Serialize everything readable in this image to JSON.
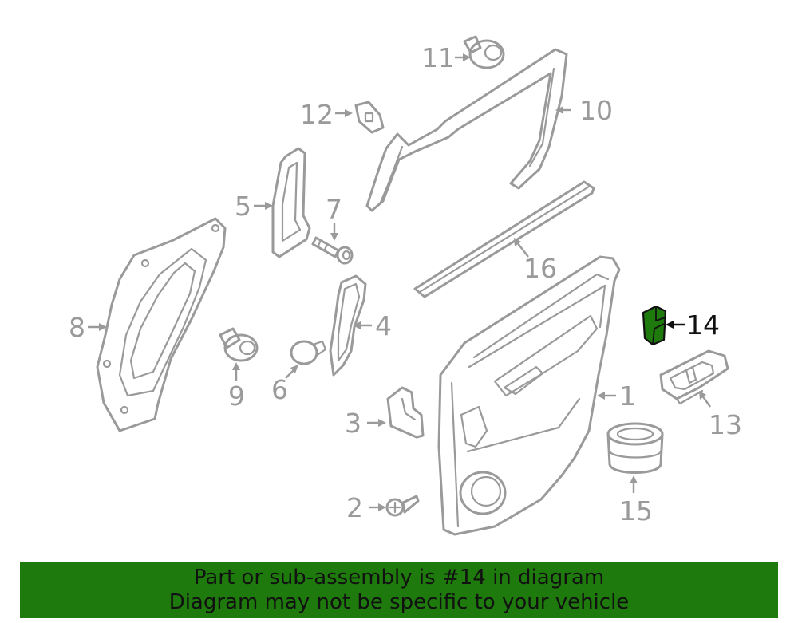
{
  "diagram": {
    "highlighted_part": "14",
    "highlight_color": "#1e7a0d",
    "line_color": "#9a9a9a",
    "callouts": {
      "c1": "1",
      "c2": "2",
      "c3": "3",
      "c4": "4",
      "c5": "5",
      "c6": "6",
      "c7": "7",
      "c8": "8",
      "c9": "9",
      "c10": "10",
      "c11": "11",
      "c12": "12",
      "c13": "13",
      "c14": "14",
      "c15": "15",
      "c16": "16"
    }
  },
  "banner": {
    "line1": "Part or sub-assembly is #14 in diagram",
    "line2": "Diagram may not be specific to your vehicle",
    "background": "#1e7a0d"
  }
}
